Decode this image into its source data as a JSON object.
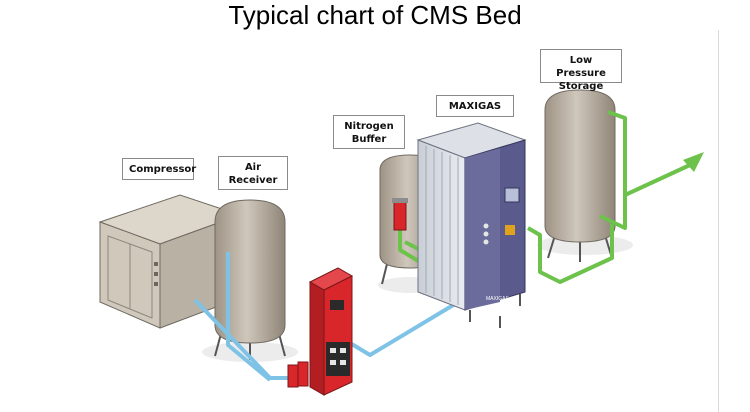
{
  "title": "Typical chart of CMS Bed",
  "labels": {
    "compressor": "Compressor",
    "air_receiver": "Air\nReceiver",
    "nitrogen_buffer": "Nitrogen\nBuffer",
    "maxigas": "MAXIGAS",
    "low_pressure_storage": "Low Pressure\nStorage"
  },
  "equipment_text": {
    "generator_badge": "MAXIGAS"
  },
  "colors": {
    "air_line": "#7ec3e6",
    "nitrogen_line": "#6cc24a",
    "tank": "#b7ad9f",
    "dryer": "#d9262a",
    "generator_panel": "#5a5a8c"
  },
  "icons": {
    "outlet": "arrow-right-icon"
  }
}
